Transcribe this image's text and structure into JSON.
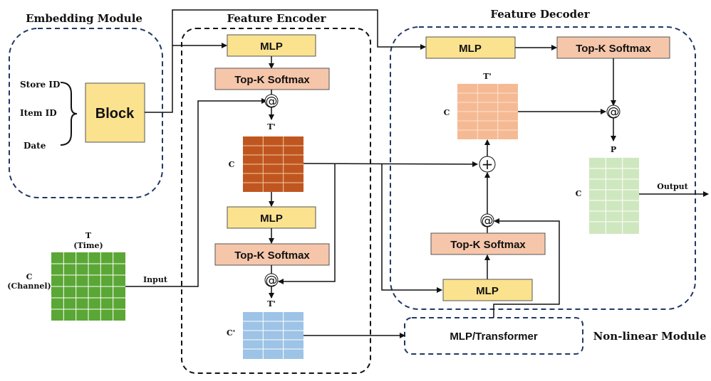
{
  "titles": {
    "embedding": "Embedding Module",
    "encoder": "Feature Encoder",
    "decoder": "Feature Decoder",
    "nonlinear": "Non-linear Module"
  },
  "embedding": {
    "inputs": [
      "Store ID",
      "Item ID",
      "Date"
    ],
    "block": "Block"
  },
  "blocks": {
    "mlp": "MLP",
    "topk": "Top-K Softmax",
    "mlp_transformer": "MLP/Transformer"
  },
  "operators": {
    "matmul": "@",
    "add": "+"
  },
  "labels": {
    "t_time": "T",
    "time": "(Time)",
    "c_channel": "C",
    "channel": "(Channel)",
    "input": "Input",
    "output": "Output",
    "t_prime": "T'",
    "c": "C",
    "c_prime": "C'",
    "p": "P"
  },
  "colors": {
    "block_fill": "#fbe28f",
    "softmax_fill": "#f6c6aa",
    "green_grid": "#5aa735",
    "brown_grid": "#c0561f",
    "peach_grid": "#f5ba94",
    "blue_grid": "#9dc3e6",
    "lightgreen_grid": "#cfe7bf",
    "dashed_blue": "#1f3864"
  }
}
